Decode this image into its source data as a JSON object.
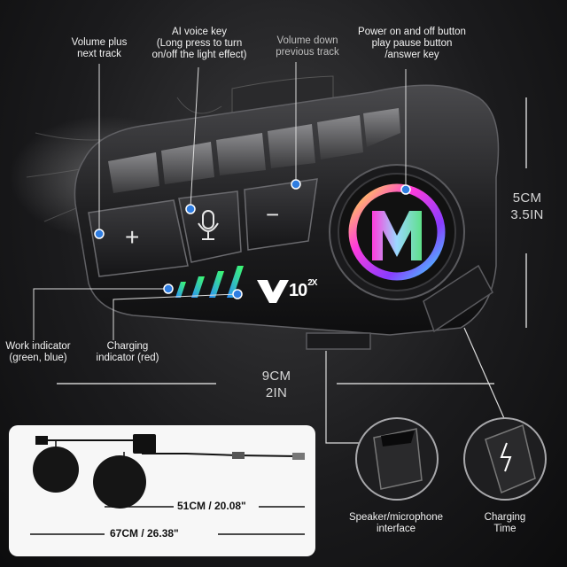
{
  "labels": {
    "volume_plus": "Volume plus\nnext track",
    "ai_voice": "AI voice key\n(Long press to turn\non/off the light effect)",
    "volume_down": "Volume down\nprevious track",
    "power": "Power on and off button\nplay pause button\n/answer key",
    "work_indicator": "Work indicator\n(green, blue)",
    "charging_indicator": "Charging\nindicator (red)",
    "speaker_interface": "Speaker/microphone\ninterface",
    "charging_time": "Charging\nTime"
  },
  "dimensions": {
    "height": "5CM\n3.5IN",
    "width": "9CM\n2IN",
    "cable_short": "51CM / 20.08\"",
    "cable_long": "67CM / 26.38\""
  },
  "brand": {
    "model": "10",
    "suffix": "2X",
    "logo_letter": "M"
  },
  "buttons": {
    "plus_symbol": "+",
    "minus_symbol": "−"
  },
  "colors": {
    "indicator_green": "#3dff6a",
    "indicator_blue": "#2a8cff",
    "callout_dot": "#2f7de1",
    "ring_start": "#ff3cdc",
    "ring_mid": "#39e0ff",
    "ring_end": "#ffe93a"
  }
}
